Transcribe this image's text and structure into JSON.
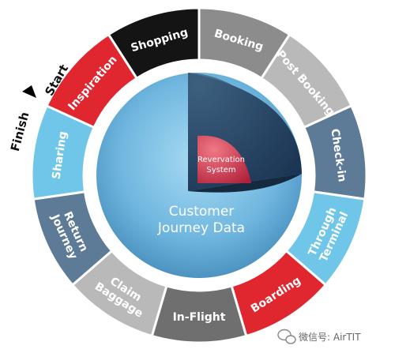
{
  "ring": {
    "segments": [
      {
        "label": "Shopping",
        "lines": [
          "Shopping"
        ],
        "color": "#141414"
      },
      {
        "label": "Booking",
        "lines": [
          "Booking"
        ],
        "color": "#8c8c8c"
      },
      {
        "label": "Post Booking",
        "lines": [
          "Post Booking"
        ],
        "color": "#b9b9b9"
      },
      {
        "label": "Check-in",
        "lines": [
          "Check-in"
        ],
        "color": "#5d7b96"
      },
      {
        "label": "Through Terminal",
        "lines": [
          "Through",
          "Terminal"
        ],
        "color": "#6fc6e8"
      },
      {
        "label": "Boarding",
        "lines": [
          "Boarding"
        ],
        "color": "#e0262e"
      },
      {
        "label": "In-Flight",
        "lines": [
          "In-Flight"
        ],
        "color": "#6f6f6f"
      },
      {
        "label": "Claim Baggage",
        "lines": [
          "Claim",
          "Baggage"
        ],
        "color": "#b9b9b9"
      },
      {
        "label": "Return Journey",
        "lines": [
          "Return",
          "Journey"
        ],
        "color": "#5d7b96"
      },
      {
        "label": "Sharing",
        "lines": [
          "Sharing"
        ],
        "color": "#6fc6e8"
      },
      {
        "label": "Inspiration",
        "lines": [
          "Inspiration"
        ],
        "color": "#e0262e"
      }
    ]
  },
  "labels": {
    "start": "Start",
    "finish": "Finish"
  },
  "core": {
    "center_line1": "Customer",
    "center_line2": "Journey Data",
    "inner_line1": "Revervation",
    "inner_line2": "System",
    "colors": {
      "sphere": "#6fb6df",
      "cutaway": "#2e4b6b",
      "core": "#d23a4d"
    }
  },
  "watermark": {
    "text": "微信号: AirTIT"
  }
}
